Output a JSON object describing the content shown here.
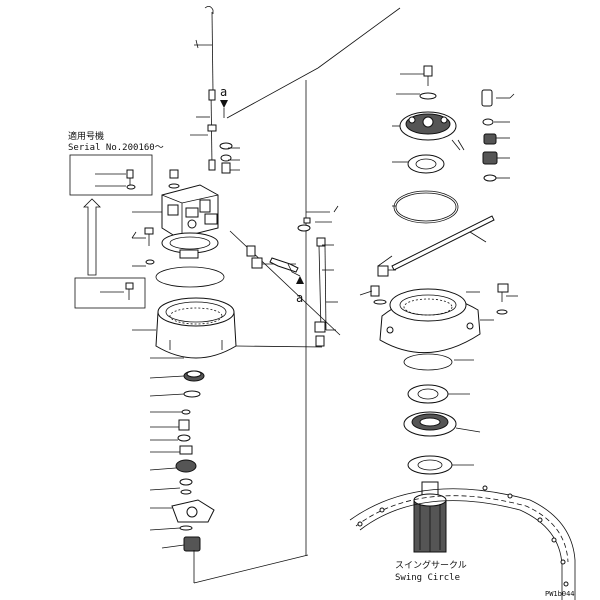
{
  "applicability": {
    "title": "適用号機",
    "serial": "Serial No.200160～"
  },
  "view_markers": {
    "marker_a_upper": "a",
    "marker_a_lower": "a"
  },
  "swing_circle": {
    "label_jp": "スイングサークル",
    "label_en": "Swing Circle"
  },
  "drawing_number": "PW1b044"
}
